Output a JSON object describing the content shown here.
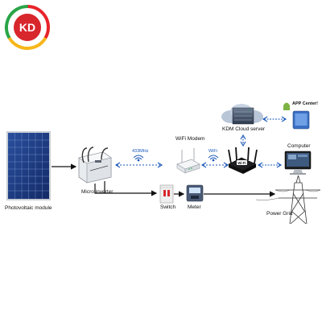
{
  "logo": {
    "text": "KD",
    "ring_colors": [
      "#e8232a",
      "#f7b61a",
      "#2aa548"
    ],
    "inner_color": "#d8262d"
  },
  "nodes": {
    "pv_module": {
      "label": "Photovoltaic module"
    },
    "micro_inverter": {
      "label": "Micro inverter"
    },
    "switch": {
      "label": "Switch"
    },
    "meter": {
      "label": "Meter"
    },
    "power_grid": {
      "label": "Power Grid"
    },
    "wifi_modem": {
      "label": "WiFi Modem"
    },
    "cloud_server": {
      "label": "KDM Cloud server"
    },
    "computer": {
      "label": "Computer"
    },
    "app_center": {
      "label": "APP Center!"
    },
    "router": {
      "badge": "Wi-Fi"
    }
  },
  "links": {
    "rf": {
      "label": "433MHz"
    },
    "wifi": {
      "label": "WiFi"
    }
  },
  "colors": {
    "arrow": "#111111",
    "wireless": "#1a57b8",
    "panel": "#1e3f8c"
  }
}
